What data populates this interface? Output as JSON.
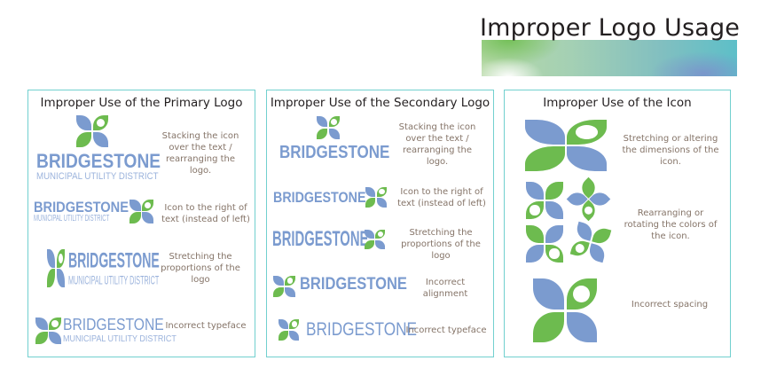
{
  "header": {
    "title": "Improper Logo Usage"
  },
  "colors": {
    "blue": "#7b9bcf",
    "green": "#6dbb4f",
    "border": "#72d0cf"
  },
  "brand": {
    "name": "BRIDGESTONE",
    "subtitle": "MUNICIPAL UTILITY DISTRICT"
  },
  "panels": [
    {
      "title": "Improper Use of the Primary Logo",
      "items": [
        {
          "desc": "Stacking the icon over the text / rearranging the logo."
        },
        {
          "desc": "Icon to the right of text (instead of left)"
        },
        {
          "desc": "Stretching the proportions of the logo"
        },
        {
          "desc": "Incorrect typeface"
        }
      ]
    },
    {
      "title": "Improper Use of the Secondary Logo",
      "items": [
        {
          "desc": "Stacking the icon over the text / rearranging the logo."
        },
        {
          "desc": "Icon to the right of text (instead of left)"
        },
        {
          "desc": "Stretching the proportions of the logo"
        },
        {
          "desc": "Incorrect alignment"
        },
        {
          "desc": "Incorrect typeface"
        }
      ]
    },
    {
      "title": "Improper Use of the Icon",
      "items": [
        {
          "desc": "Stretching or altering the dimensions of the icon."
        },
        {
          "desc": "Rearranging or rotating the colors of the icon."
        },
        {
          "desc": "Incorrect spacing"
        }
      ]
    }
  ]
}
